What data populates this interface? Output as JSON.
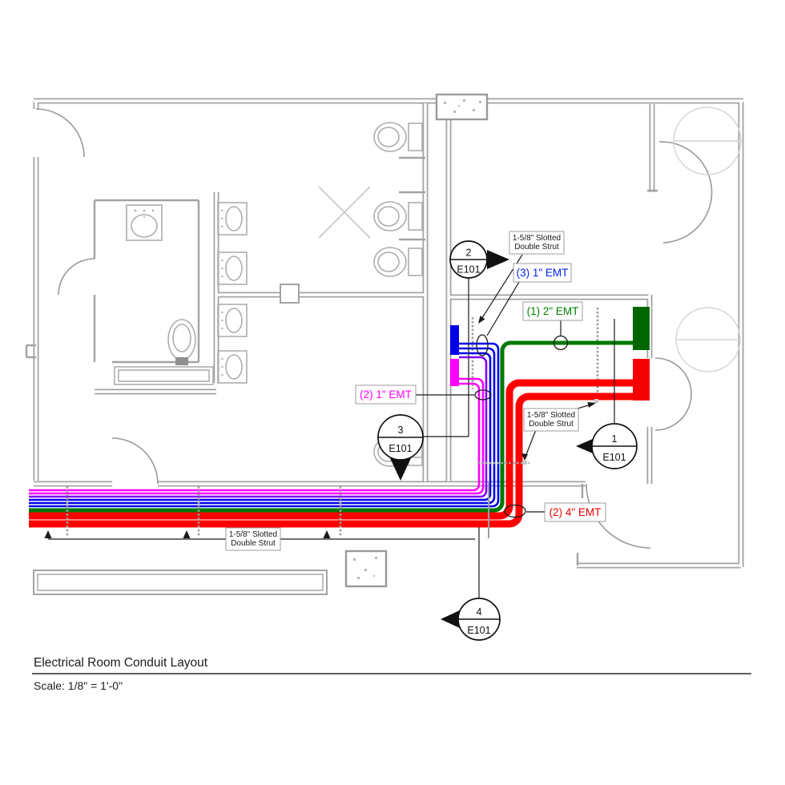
{
  "drawing": {
    "title": "Electrical Room Conduit Layout",
    "scale_note": "Scale: 1/8\" = 1'-0\"",
    "sheet": "E101"
  },
  "labels": {
    "strut": {
      "line1": "1-5/8\" Slotted",
      "line2": "Double Strut"
    },
    "emt_blue": "(3) 1\" EMT",
    "emt_green": "(1) 2\" EMT",
    "emt_magenta": "(2) 1\" EMT",
    "emt_red": "(2) 4\" EMT"
  },
  "callouts": [
    {
      "number": "2",
      "sheet": "E101"
    },
    {
      "number": "3",
      "sheet": "E101"
    },
    {
      "number": "1",
      "sheet": "E101"
    },
    {
      "number": "4",
      "sheet": "E101"
    }
  ],
  "colors": {
    "walls": "#a3a3a3",
    "conduit_1in_emt_blue": "#0000ee",
    "conduit_1in_emt_magenta": "#ff00ff",
    "conduit_2in_emt_green": "#007700",
    "conduit_4in_emt_red": "#ff0000",
    "conduit_spare_purple": "#8000ff"
  }
}
